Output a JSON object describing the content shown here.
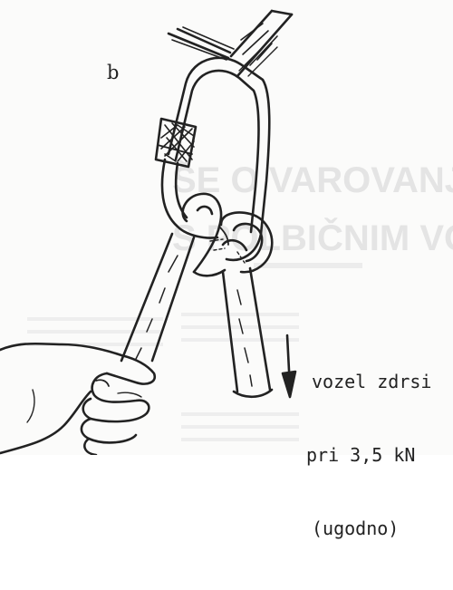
{
  "figure": {
    "label": "b",
    "caption": {
      "line1": "vozel zdrsi",
      "line2": "pri 3,5 kN",
      "line3": "(ugodno)"
    }
  },
  "bleed_through": {
    "line1": "ŠE O VAROVANJU",
    "line2": "S POLBIČNIM VOZLOM"
  },
  "colors": {
    "ink": "#222222",
    "paper": "#fbfbfa",
    "bleed": "#dcdcdc"
  }
}
